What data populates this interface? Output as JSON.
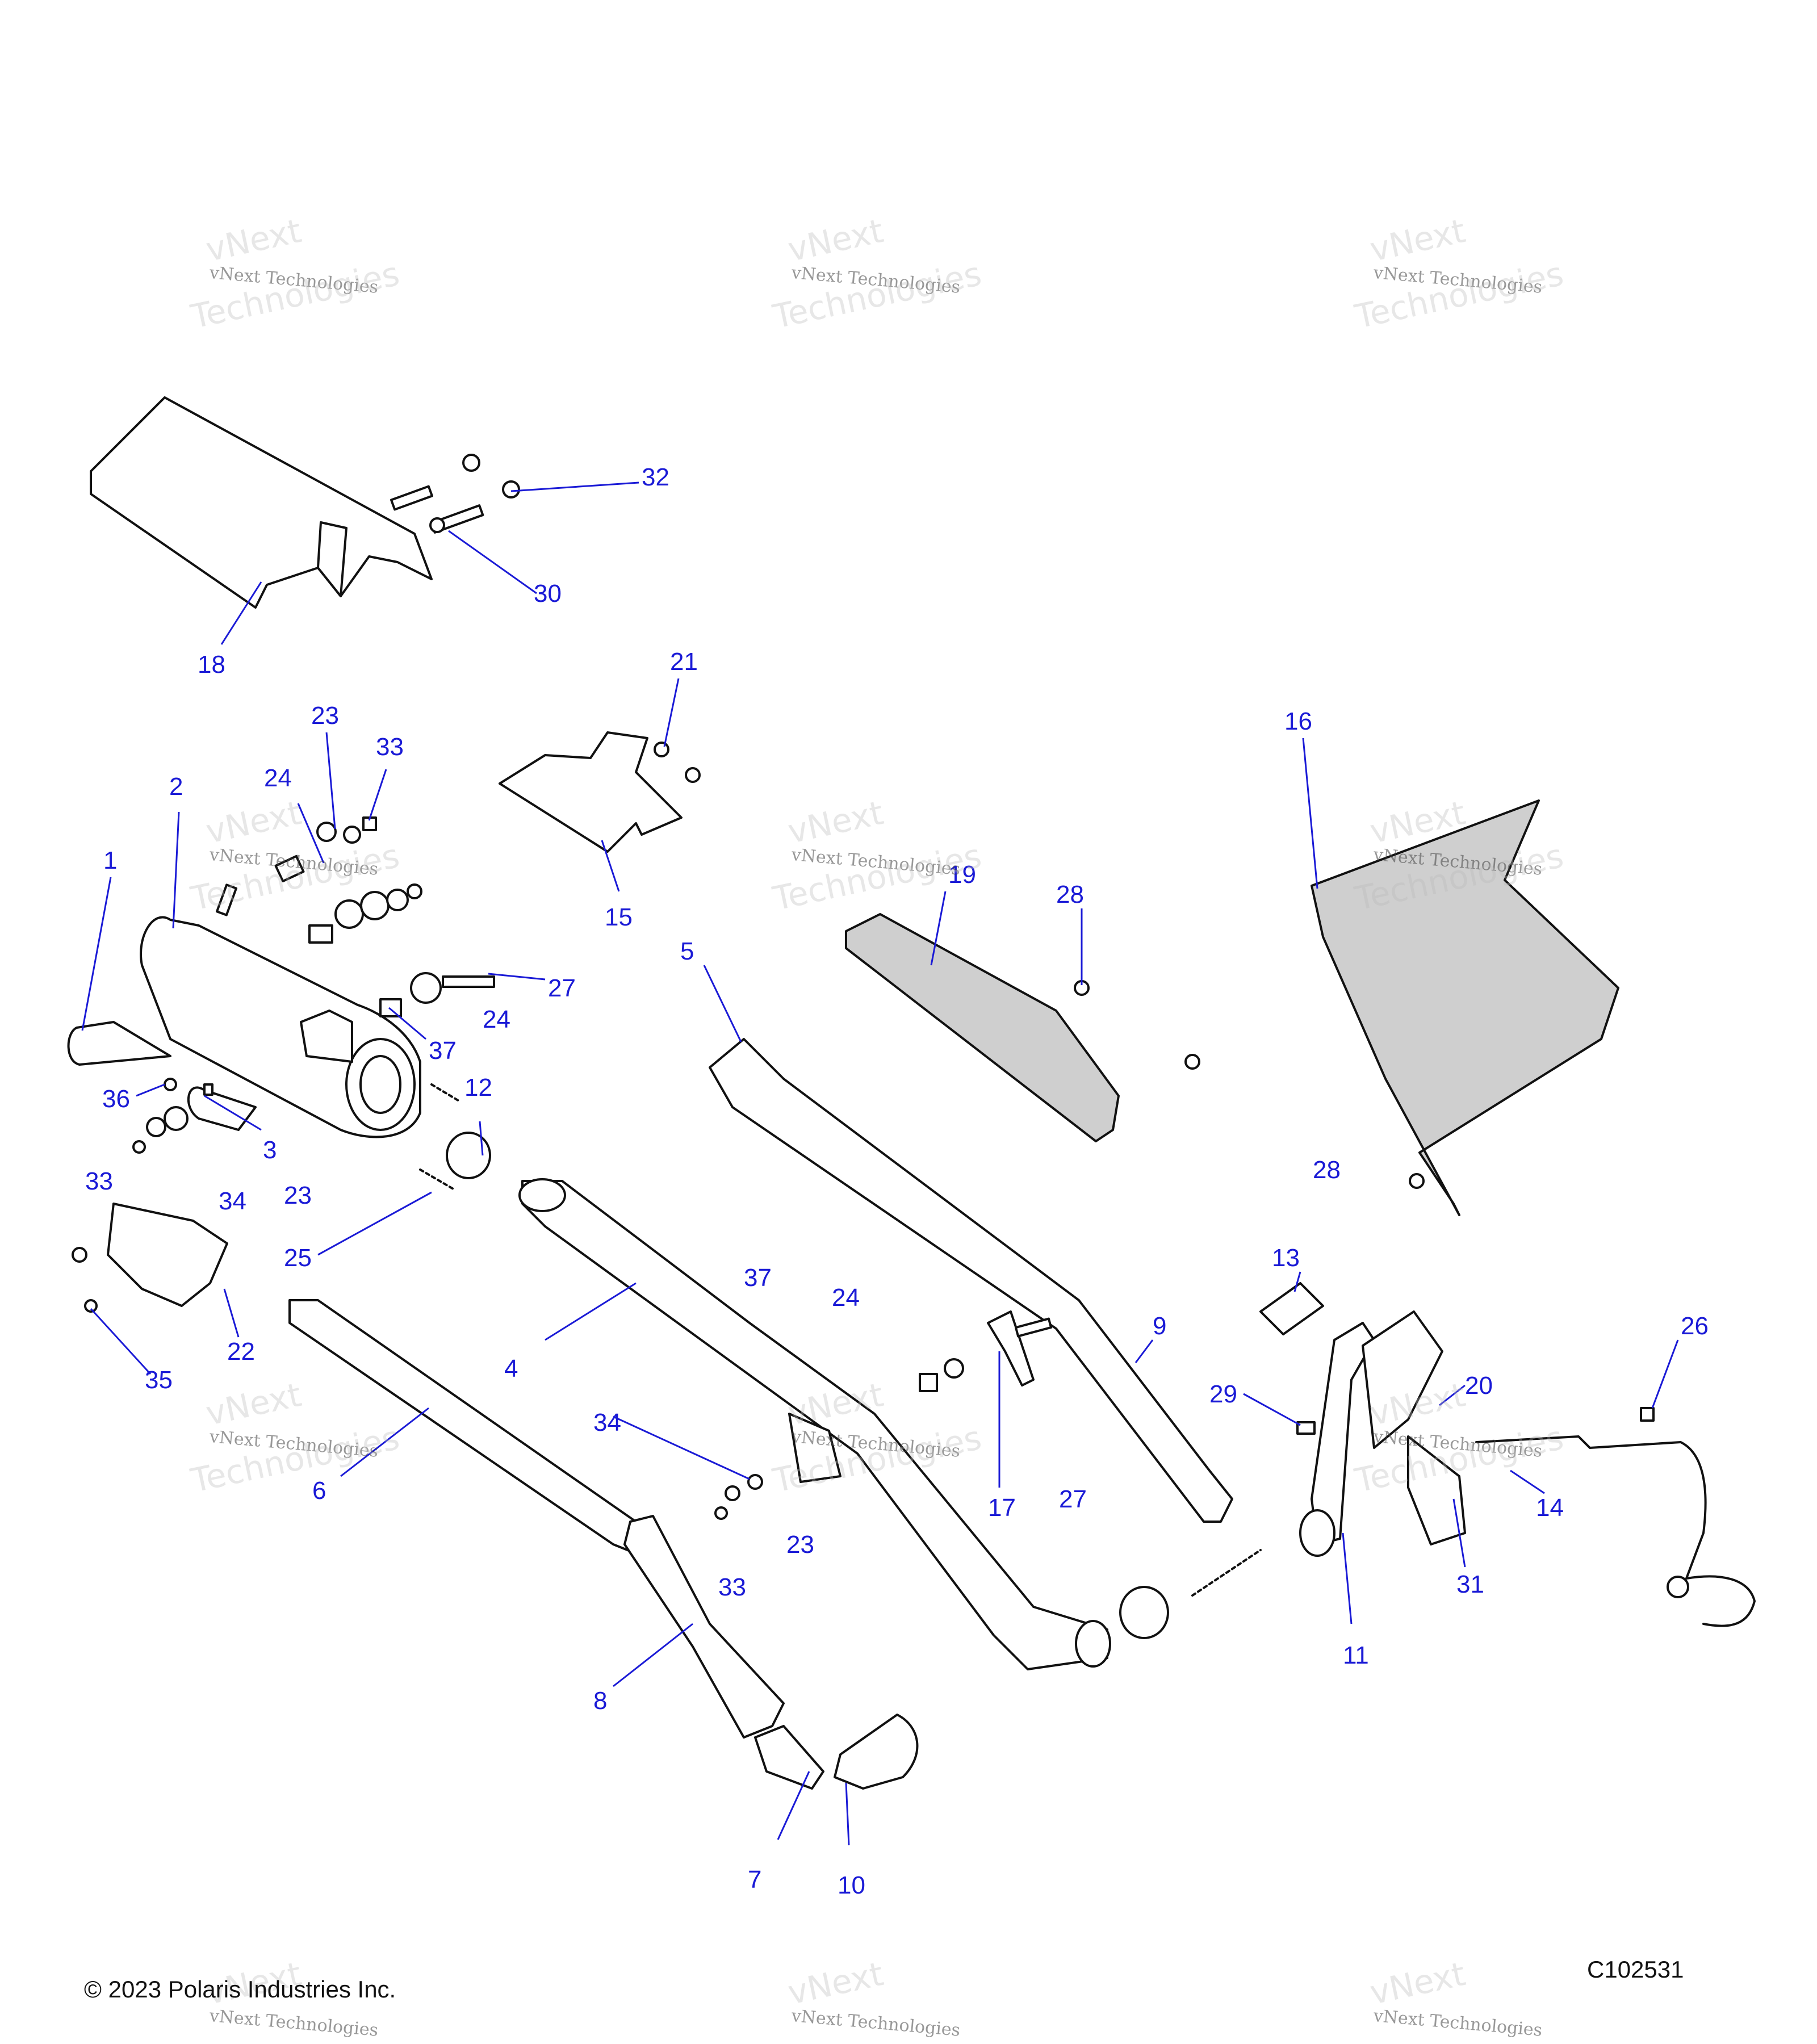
{
  "callouts": [
    "1",
    "2",
    "3",
    "4",
    "5",
    "6",
    "7",
    "8",
    "9",
    "10",
    "11",
    "12",
    "13",
    "14",
    "15",
    "16",
    "17",
    "18",
    "19",
    "20",
    "21",
    "22",
    "23",
    "24",
    "25",
    "26",
    "27",
    "28",
    "29",
    "30",
    "31",
    "32",
    "33",
    "34",
    "35",
    "36",
    "37"
  ],
  "callout_texts": {
    "c1": "1",
    "c2": "2",
    "c3": "3",
    "c4": "4",
    "c5": "5",
    "c6": "6",
    "c7": "7",
    "c8": "8",
    "c9": "9",
    "c10": "10",
    "c11": "11",
    "c12": "12",
    "c13": "13",
    "c14": "14",
    "c15": "15",
    "c16": "16",
    "c17": "17",
    "c18": "18",
    "c19": "19",
    "c20": "20",
    "c21": "21",
    "c22": "22",
    "c23": "23",
    "c24": "24",
    "c25": "25",
    "c26": "26",
    "c27": "27",
    "c28": "28",
    "c29": "29",
    "c30": "30",
    "c31": "31",
    "c32": "32",
    "c33": "33",
    "c34": "34",
    "c35": "35",
    "c36": "36",
    "c37": "37"
  },
  "watermark": {
    "line1": "vNext",
    "line2": "vNext Technologies",
    "line3": "Technologies"
  },
  "footer": {
    "copyright": "© 2023 Polaris Industries Inc.",
    "code": "C102531"
  }
}
